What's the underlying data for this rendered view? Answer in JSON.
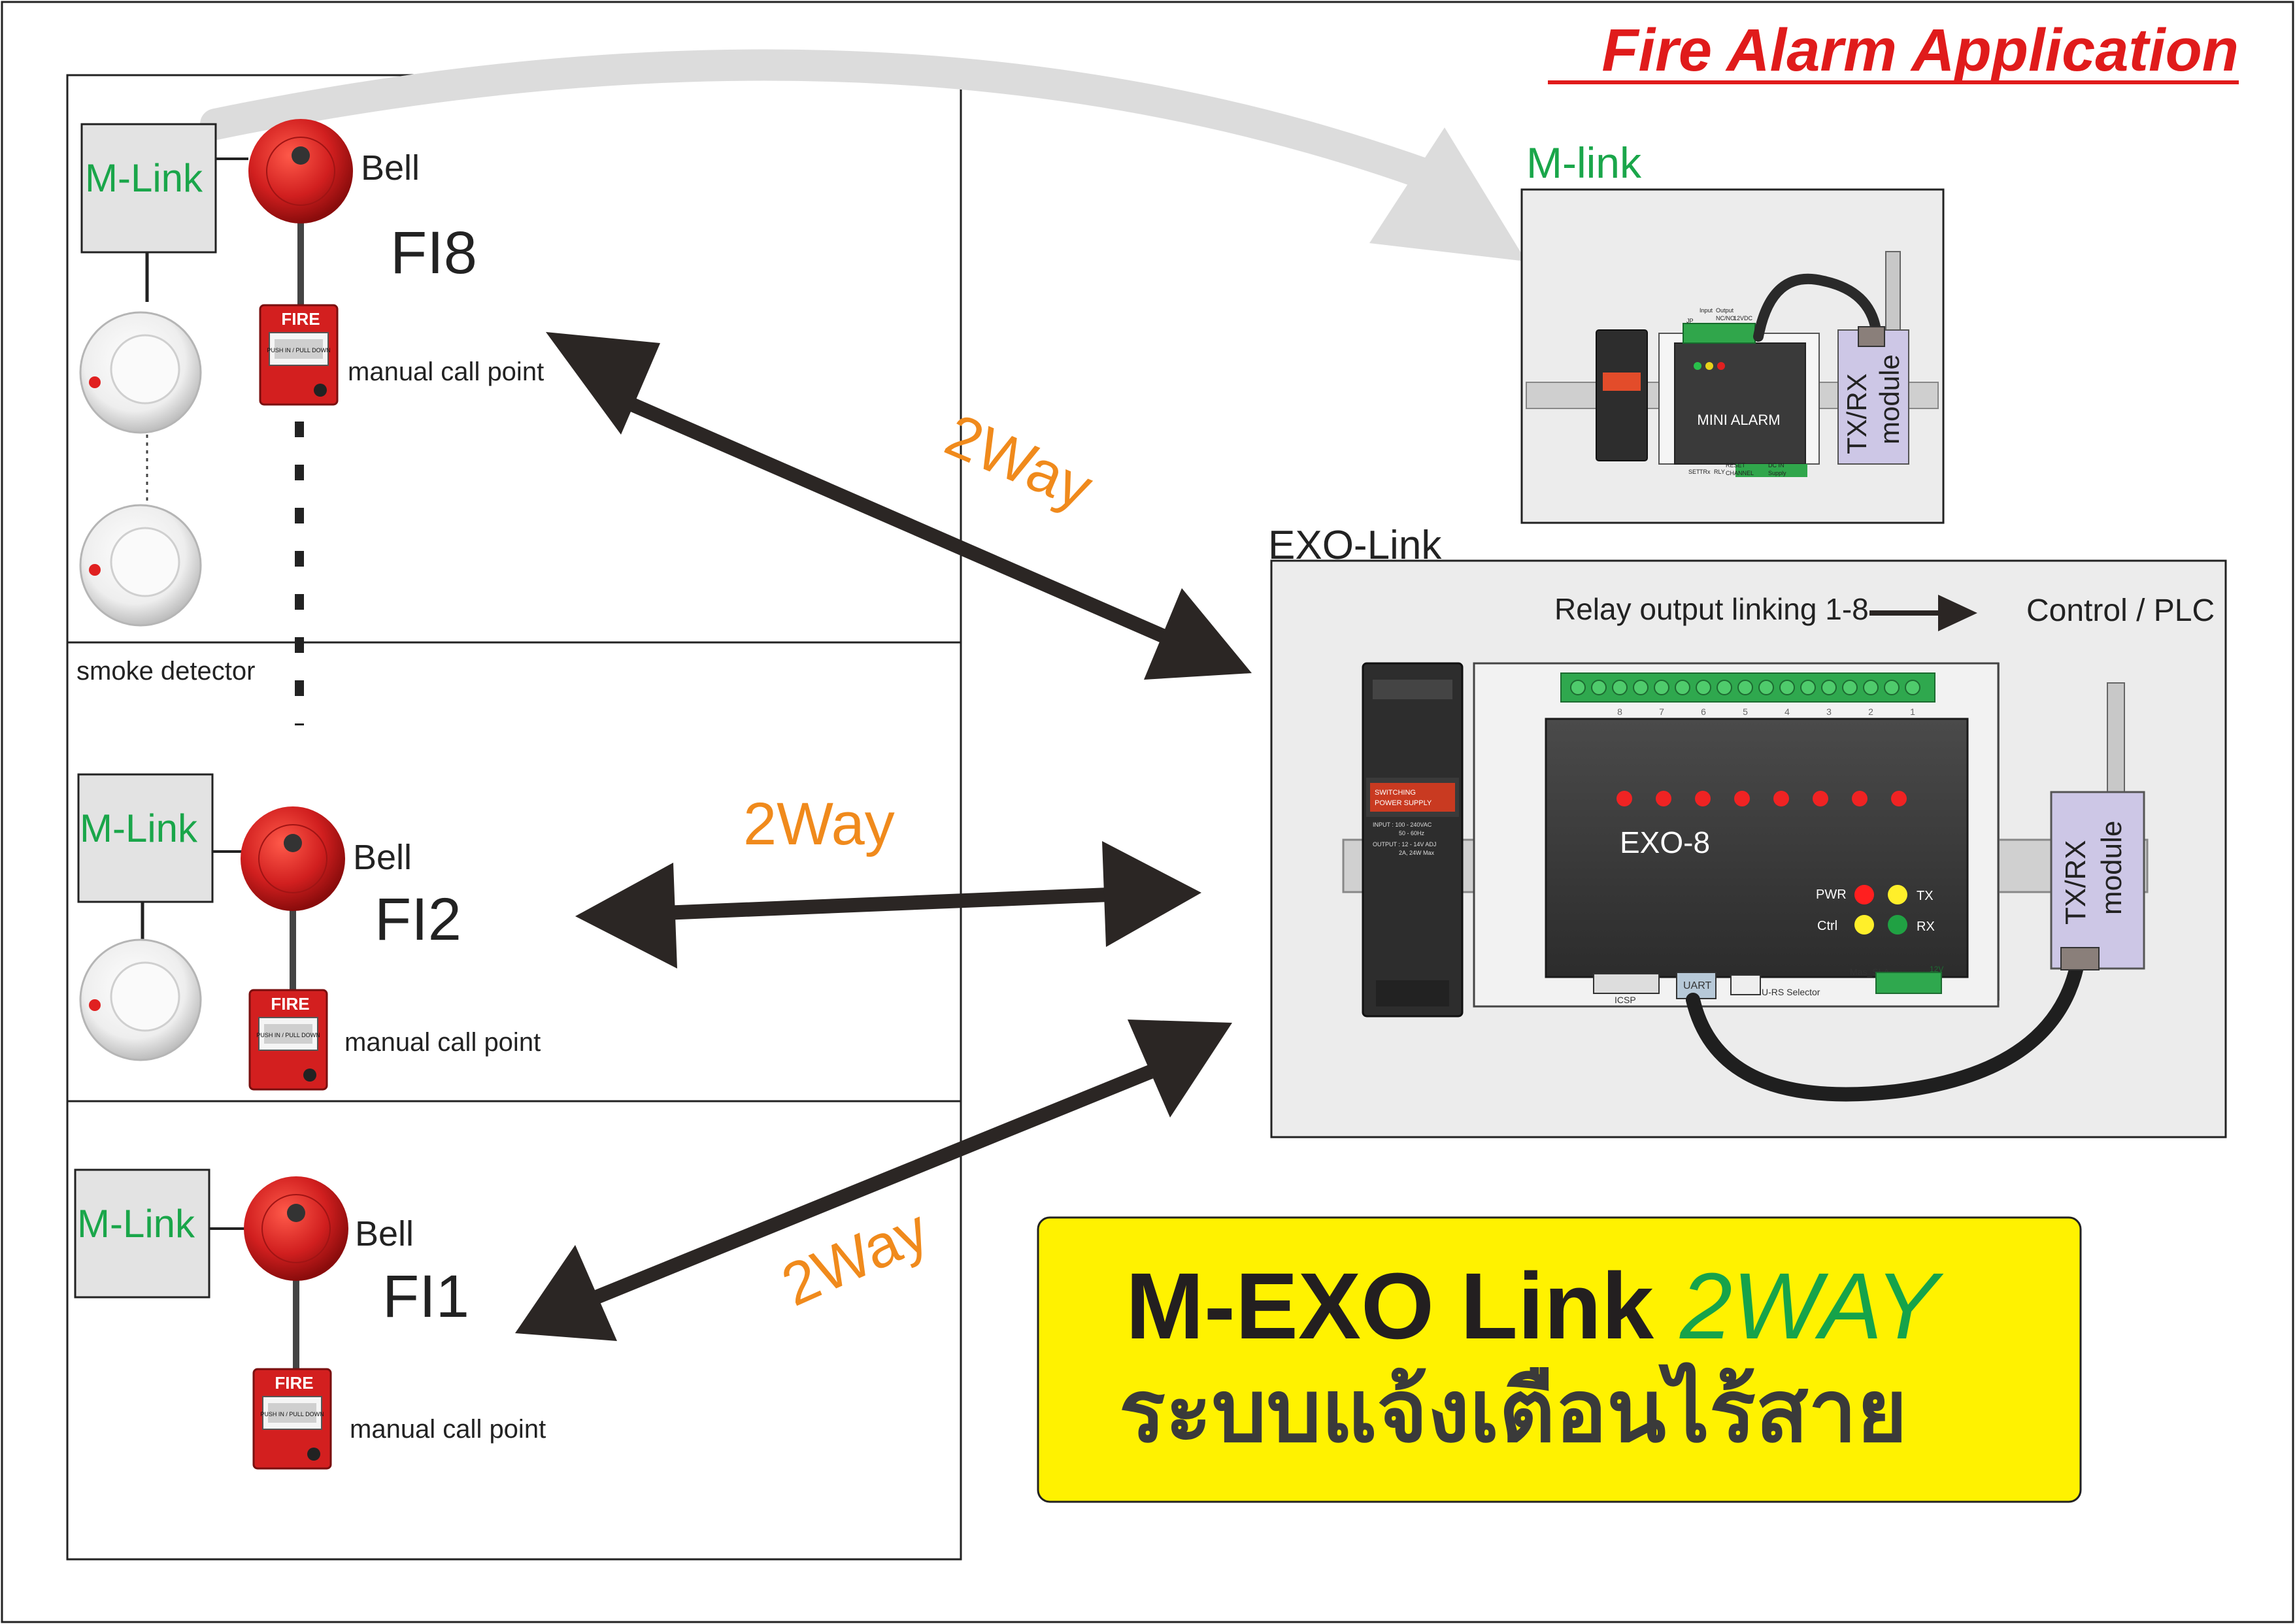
{
  "title": "Fire Alarm Application",
  "floors": [
    {
      "mlink": "M-Link",
      "bell": "Bell",
      "floor": "FI8",
      "mcp": "manual call point",
      "smoke": "smoke detector"
    },
    {
      "mlink": "M-Link",
      "bell": "Bell",
      "floor": "FI2",
      "mcp": "manual call point"
    },
    {
      "mlink": "M-Link",
      "bell": "Bell",
      "floor": "FI1",
      "mcp": "manual call point"
    }
  ],
  "fire_sign": "FIRE",
  "mcp_small_text": "PUSH IN / PULL DOWN",
  "link_label": "2Way",
  "mlink_panel": {
    "title": "M-link",
    "module_label": "MINI ALARM",
    "txrx_label_1": "TX/RX",
    "txrx_label_2": "module",
    "top_labels": [
      "JP",
      "Input",
      "Output",
      "NC/NO",
      "12VDC"
    ],
    "bottom_labels": [
      "SET",
      "TRx",
      "RLY",
      "RESET",
      "CHANNEL",
      "DC IN",
      "Supply"
    ]
  },
  "exo_panel": {
    "title": "EXO-Link",
    "relay_text": "Relay output linking 1-8",
    "control_text": "Control / PLC",
    "module_label": "EXO-8",
    "channel_numbers": [
      "8",
      "7",
      "6",
      "5",
      "4",
      "3",
      "2",
      "1"
    ],
    "status": {
      "pwr": "PWR",
      "tx": "TX",
      "ctrl": "Ctrl",
      "rx": "RX"
    },
    "ports": {
      "icsp": "ICSP",
      "uart": "UART",
      "selector": "U-RS Selector",
      "mas_slave": "Mas_SLA",
      "supply": "12V"
    },
    "psu_text": [
      "SWITCHING",
      "POWER SUPPLY",
      "INPUT : 100 - 240VAC",
      "50 - 60Hz",
      "OUTPUT : 12 - 14V ADJ",
      "2A, 24W Max"
    ],
    "txrx_label_1": "TX/RX",
    "txrx_label_2": "module"
  },
  "banner": {
    "line1_main": "M-EXO Link ",
    "line1_accent": "2WAY",
    "line2": "ระบบแจ้งเตือนไร้สาย"
  },
  "colors": {
    "title_red": "#e01b1b",
    "mlink_green": "#1aa64a",
    "twoway_orange": "#f08a1c",
    "banner_yellow": "#fff200",
    "accent_green": "#16a34a",
    "panel_gray": "#ececec",
    "arrow_dark": "#2b2624",
    "bell_red": "#d32020"
  }
}
